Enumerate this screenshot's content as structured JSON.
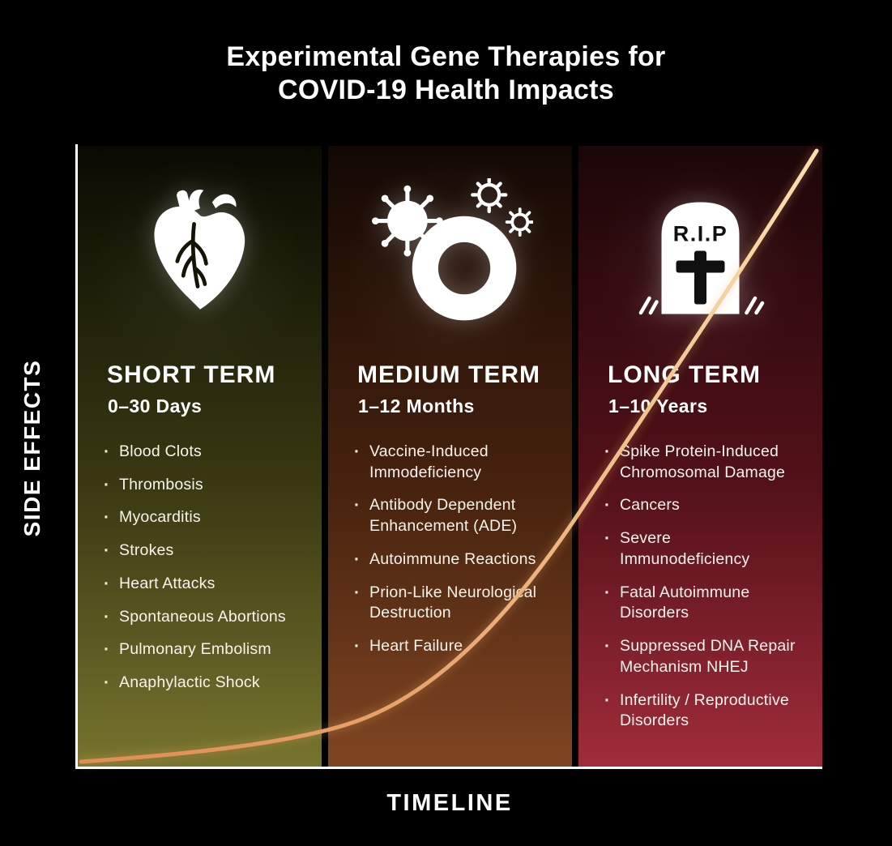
{
  "title": {
    "line1": "Experimental Gene Therapies for",
    "line2": "COVID-19 Health Impacts"
  },
  "axis": {
    "y_label": "SIDE EFFECTS",
    "x_label": "TIMELINE"
  },
  "curve": {
    "color_start": "#e08d52",
    "color_end": "#fbe0ae"
  },
  "tombstone_label": "R.I.P",
  "columns": [
    {
      "heading": "SHORT TERM",
      "subheading": "0–30 Days",
      "icon": "anatomical-heart-icon",
      "gradient_top": "#0a0a02",
      "gradient_mid": "#3a3912",
      "gradient_bottom": "#77742e",
      "items": [
        "Blood Clots",
        "Thrombosis",
        "Myocarditis",
        "Strokes",
        "Heart Attacks",
        "Spontaneous Abortions",
        "Pulmonary Embolism",
        "Anaphylactic Shock"
      ]
    },
    {
      "heading": "MEDIUM TERM",
      "subheading": "1–12 Months",
      "icon": "coronavirus-icon",
      "gradient_top": "#130803",
      "gradient_mid": "#47220e",
      "gradient_bottom": "#7f4522",
      "items": [
        "Vaccine-Induced Immodeficiency",
        "Antibody Dependent Enhancement (ADE)",
        "Autoimmune Reactions",
        "Prion-Like Neurological Destruction",
        "Heart Failure"
      ]
    },
    {
      "heading": "LONG TERM",
      "subheading": "1–10 Years",
      "icon": "tombstone-rip-icon",
      "gradient_top": "#1b0608",
      "gradient_mid": "#541119",
      "gradient_bottom": "#a02c3a",
      "items": [
        "Spike Protein-Induced Chromosomal Damage",
        "Cancers",
        "Severe Immunodeficiency",
        "Fatal Autoimmune Disorders",
        "Suppressed DNA Repair Mechanism NHEJ",
        "Infertility / Reproductive Disorders"
      ]
    }
  ]
}
